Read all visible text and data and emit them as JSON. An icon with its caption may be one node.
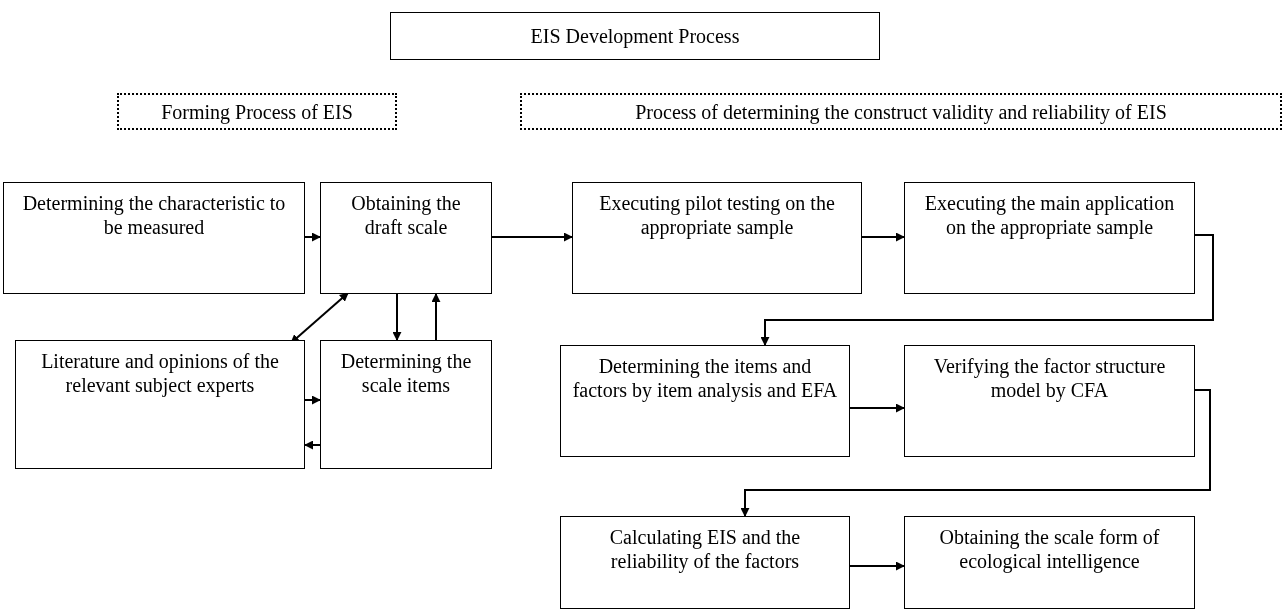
{
  "diagram": {
    "nodes": [
      {
        "text": [
          "EIS Development Process"
        ]
      },
      {
        "text": [
          "Forming Process of EIS"
        ]
      },
      {
        "text": [
          "Process of determining the construct validity and reliability of EIS"
        ]
      },
      {
        "text": [
          "Determining the characteristic to be measured"
        ]
      },
      {
        "text": [
          "Obtaining the draft scale"
        ]
      },
      {
        "text": [
          "Executing pilot testing on the appropriate sample"
        ]
      },
      {
        "text": [
          "Executing the main application on the appropriate sample"
        ]
      },
      {
        "text": [
          "Literature and opinions of the relevant subject experts"
        ]
      },
      {
        "text": [
          "Determining the scale items"
        ]
      },
      {
        "text": [
          "Determining the items and factors by item analysis and EFA"
        ]
      },
      {
        "text": [
          "Verifying the factor structure model by CFA"
        ]
      },
      {
        "text": [
          "Calculating EIS and the reliability of the factors"
        ]
      },
      {
        "text": [
          "Obtaining the scale form of ecological intelligence"
        ]
      }
    ],
    "edges": [
      {
        "from": 3,
        "to": 4,
        "arrow": "to"
      },
      {
        "from": 4,
        "to": 7,
        "arrow": "both"
      },
      {
        "from": 4,
        "to": 8,
        "arrow": "to"
      },
      {
        "from": 8,
        "to": 4,
        "arrow": "to"
      },
      {
        "from": 7,
        "to": 8,
        "arrow": "to"
      },
      {
        "from": 8,
        "to": 7,
        "arrow": "to"
      },
      {
        "from": 4,
        "to": 5,
        "arrow": "to"
      },
      {
        "from": 5,
        "to": 6,
        "arrow": "to"
      },
      {
        "from": 6,
        "to": 9,
        "arrow": "to"
      },
      {
        "from": 9,
        "to": 10,
        "arrow": "to"
      },
      {
        "from": 10,
        "to": 11,
        "arrow": "to"
      },
      {
        "from": 11,
        "to": 12,
        "arrow": "to"
      }
    ]
  }
}
